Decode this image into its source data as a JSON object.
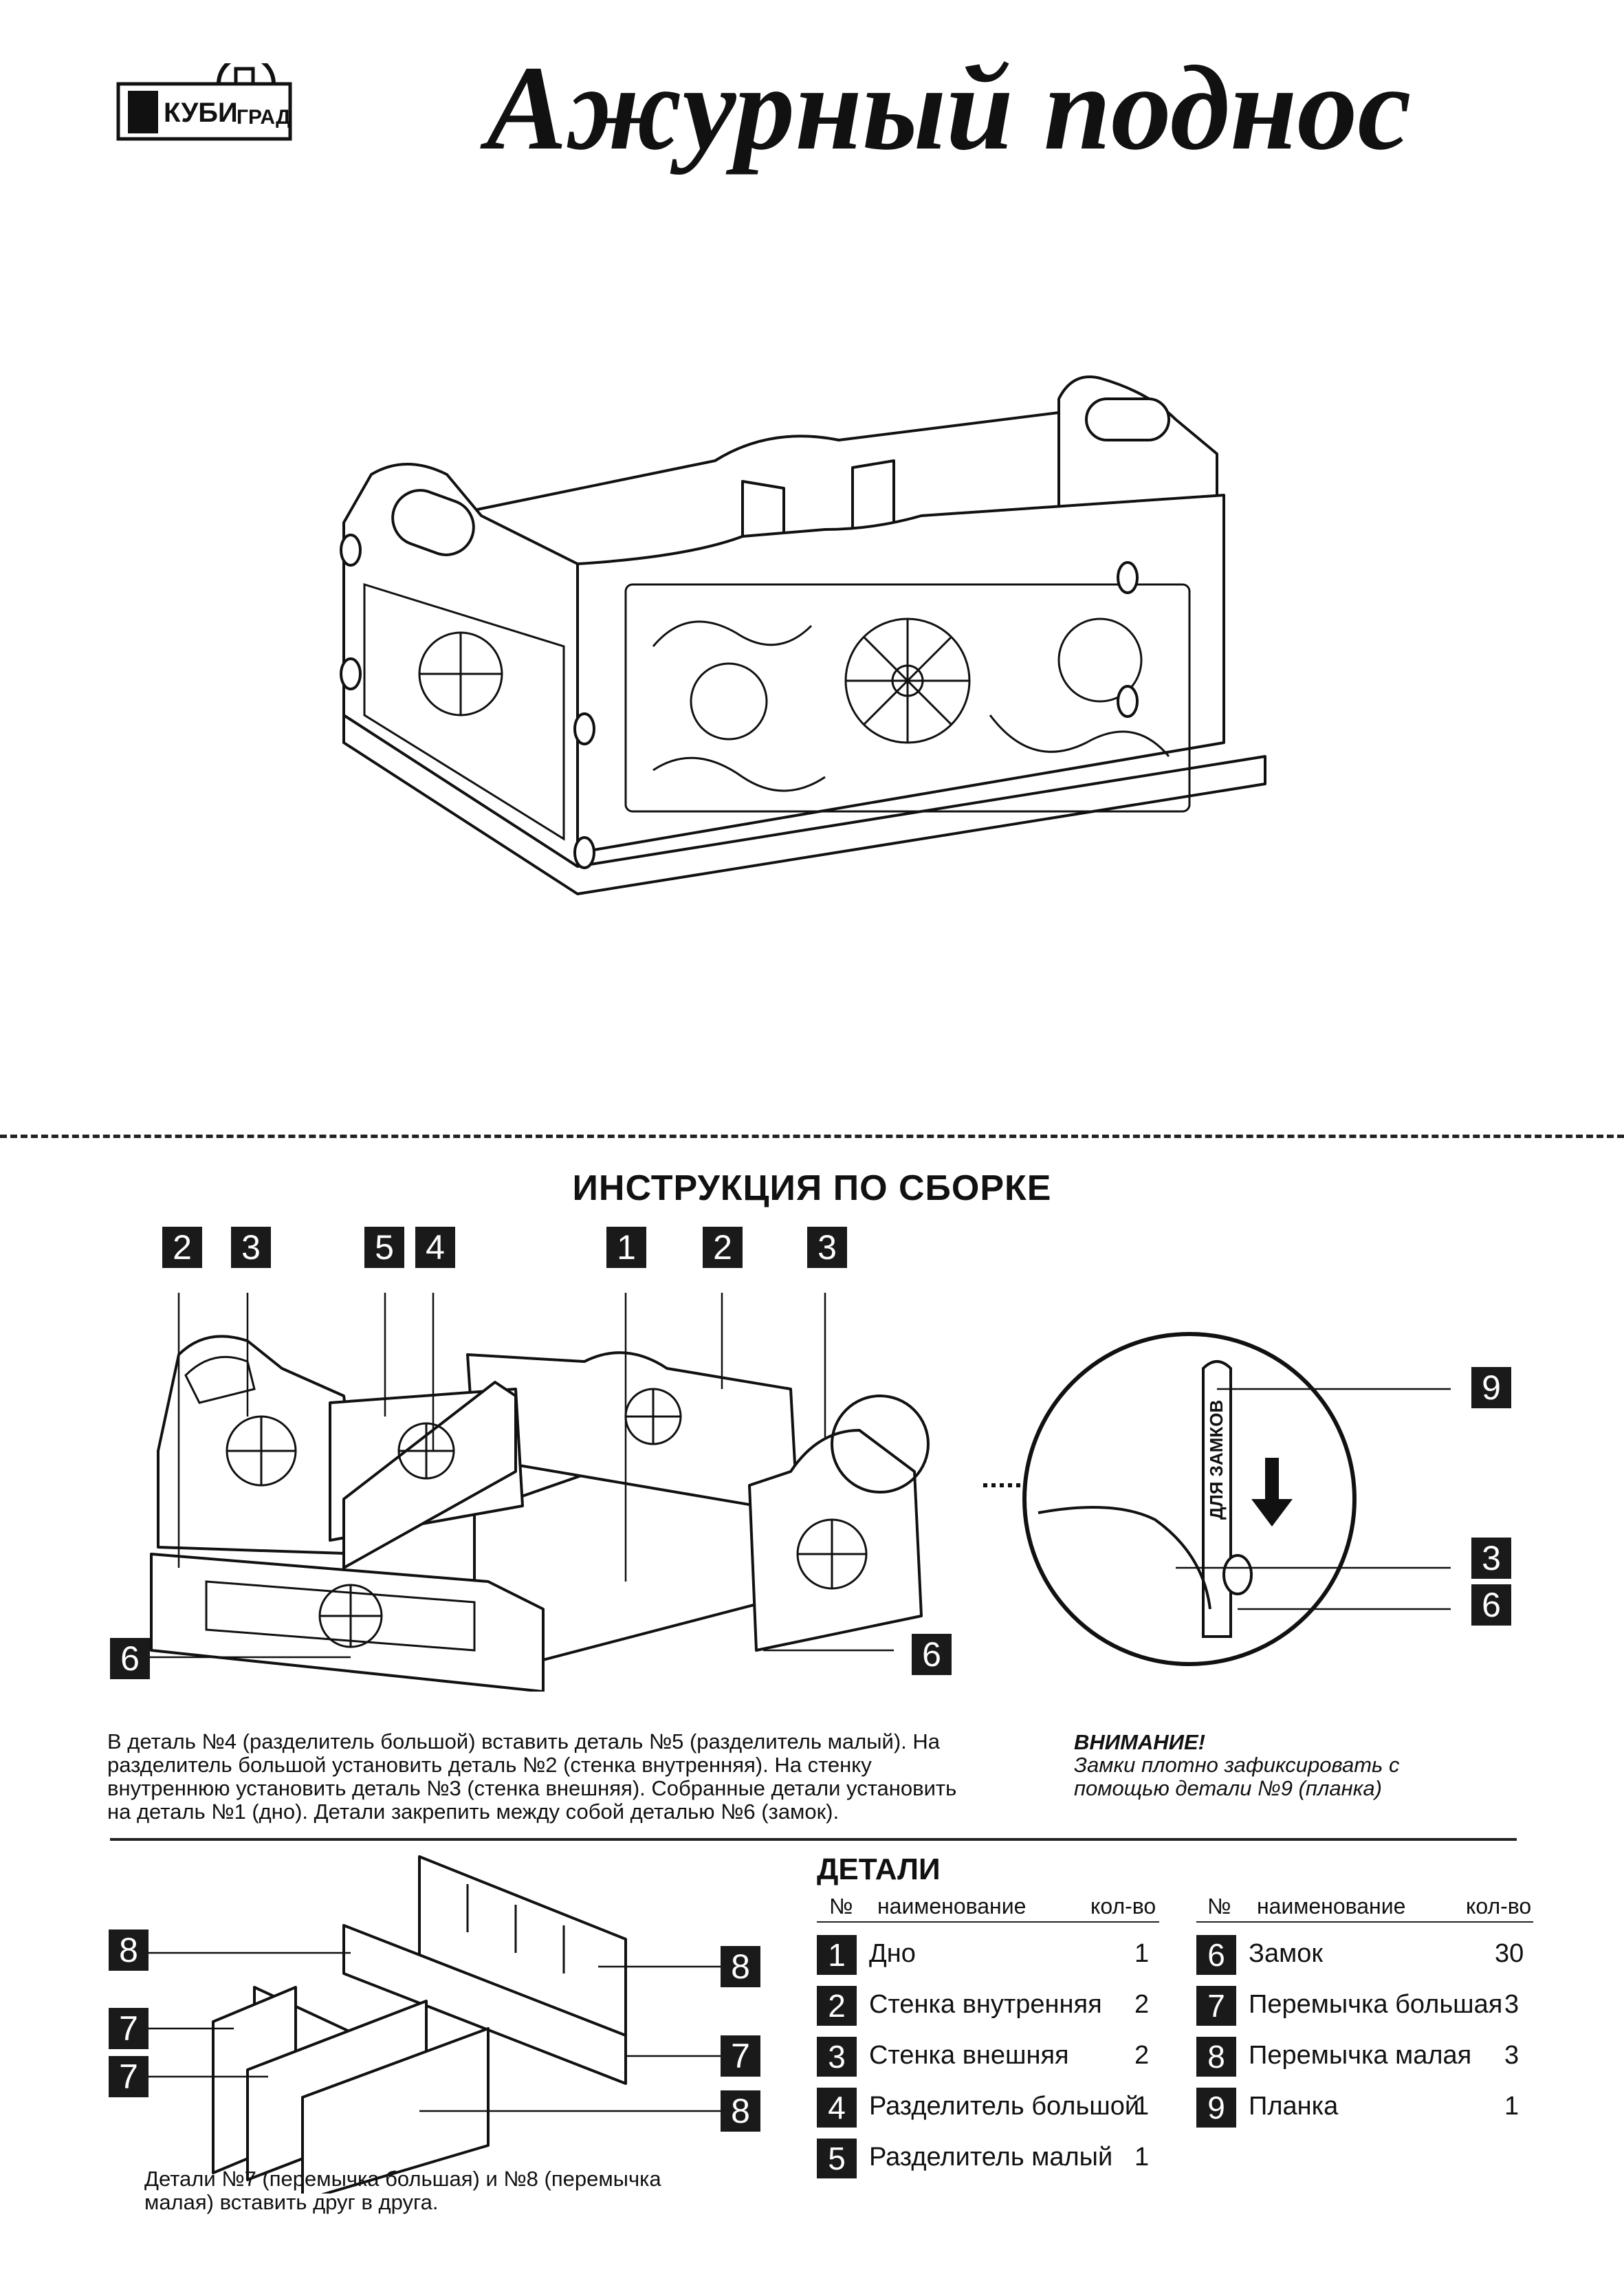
{
  "brand": {
    "logo_part1": "КУБИ",
    "logo_part2": "ГРАД"
  },
  "title": "Ажурный поднос",
  "section_title": "ИНСТРУКЦИЯ ПО СБОРКЕ",
  "callouts": {
    "top_row": [
      "2",
      "3",
      "5",
      "4",
      "1",
      "2",
      "3"
    ],
    "left_side": "6",
    "right_side": "6",
    "zoom": [
      "9",
      "3",
      "6"
    ],
    "lock_label": "ДЛЯ ЗАМКОВ"
  },
  "instructions": [
    "В деталь №4 (разделитель большой) вставить деталь №5 (разделитель малый). На",
    "разделитель большой установить деталь №2 (стенка внутренняя). На стенку",
    "внутреннюю установить деталь №3 (стенка внешняя). Собранные детали установить",
    "на деталь №1 (дно). Детали  закрепить между собой деталью №6 (замок)."
  ],
  "warning": {
    "title": "ВНИМАНИЕ!",
    "lines": [
      "Замки плотно зафиксировать с",
      "помощью детали №9 (планка)"
    ]
  },
  "dividers_callouts": {
    "left": [
      "8",
      "7",
      "7"
    ],
    "right": [
      "8",
      "7",
      "8"
    ]
  },
  "dividers_note": [
    "Детали №7 (перемычка большая) и №8 (перемычка",
    "малая) вставить друг в друга."
  ],
  "details": {
    "title": "ДЕТАЛИ",
    "headers": {
      "num": "№",
      "name": "наименование",
      "qty": "кол-во"
    },
    "left": [
      {
        "num": "1",
        "name": "Дно",
        "qty": "1"
      },
      {
        "num": "2",
        "name": "Стенка внутренняя",
        "qty": "2"
      },
      {
        "num": "3",
        "name": "Стенка внешняя",
        "qty": "2"
      },
      {
        "num": "4",
        "name": "Разделитель большой",
        "qty": "1"
      },
      {
        "num": "5",
        "name": "Разделитель малый",
        "qty": "1"
      }
    ],
    "right": [
      {
        "num": "6",
        "name": "Замок",
        "qty": "30"
      },
      {
        "num": "7",
        "name": "Перемычка большая",
        "qty": "3"
      },
      {
        "num": "8",
        "name": "Перемычка малая",
        "qty": "3"
      },
      {
        "num": "9",
        "name": "Планка",
        "qty": "1"
      }
    ]
  }
}
